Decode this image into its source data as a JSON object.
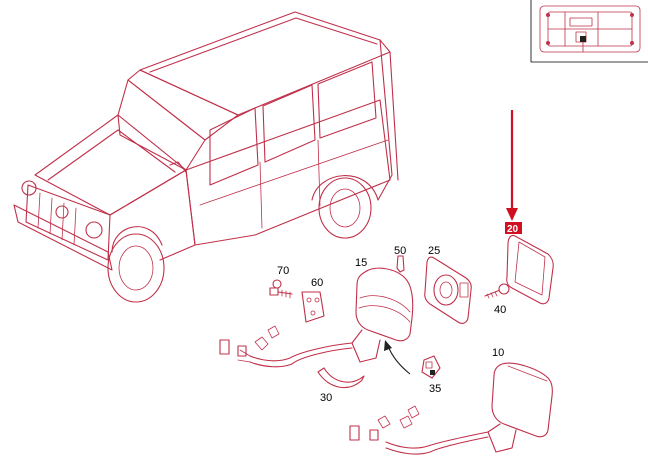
{
  "colors": {
    "line": "#c0304a",
    "pointer_arrow": "#d01020",
    "highlight": "#d01020",
    "label_text": "#000000"
  },
  "part_labels": {
    "p10": "10",
    "p15": "15",
    "p20": "20",
    "p25": "25",
    "p30": "30",
    "p35": "35",
    "p40": "40",
    "p50": "50",
    "p60": "60",
    "p70": "70"
  },
  "highlighted_part": "20"
}
